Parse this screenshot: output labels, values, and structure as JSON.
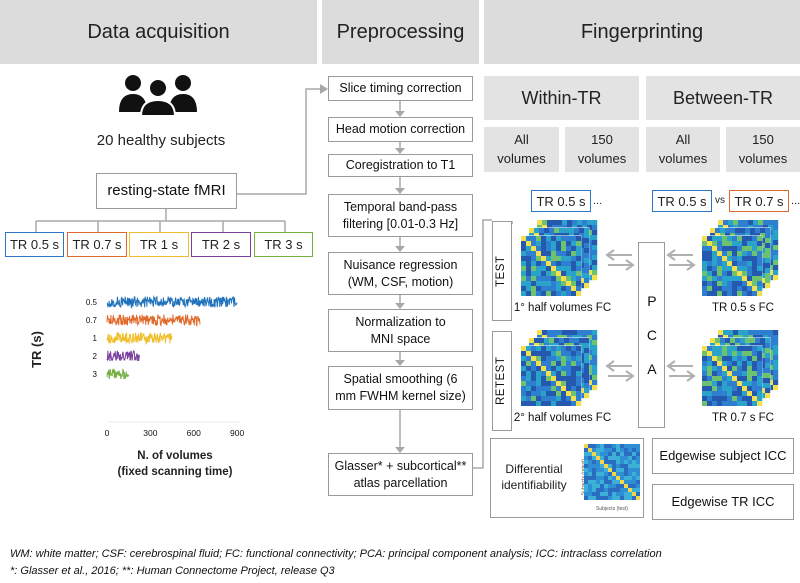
{
  "headers": {
    "acquisition": "Data acquisition",
    "preprocessing": "Preprocessing",
    "fingerprinting": "Fingerprinting"
  },
  "acquisition": {
    "subjects": "20 healthy subjects",
    "scan": "resting-state fMRI",
    "tr_options": [
      {
        "label": "TR 0.5 s",
        "color": "#2e75c6"
      },
      {
        "label": "TR 0.7 s",
        "color": "#e06a2c"
      },
      {
        "label": "TR 1 s",
        "color": "#f0be2b"
      },
      {
        "label": "TR 2 s",
        "color": "#7b3f9e"
      },
      {
        "label": "TR 3 s",
        "color": "#75b043"
      }
    ]
  },
  "plot": {
    "ylabel": "TR (s)",
    "xlabel_line1": "N. of volumes",
    "xlabel_line2": "(fixed scanning time)",
    "ytick_labels": [
      "0.5",
      "0.7",
      "1",
      "2",
      "3"
    ],
    "xtick_labels": [
      "0",
      "300",
      "600",
      "900"
    ]
  },
  "chart_data": {
    "type": "line",
    "ylabel": "TR (s)",
    "xlabel": "N. of volumes (fixed scanning time)",
    "xlim": [
      0,
      920
    ],
    "xticks": [
      0,
      300,
      600,
      900
    ],
    "yticks": [
      "0.5",
      "0.7",
      "1",
      "2",
      "3"
    ],
    "series": [
      {
        "name": "0.5",
        "n_volumes": 900,
        "color": "#1f72bb"
      },
      {
        "name": "0.7",
        "n_volumes": 643,
        "color": "#e06a2c"
      },
      {
        "name": "1",
        "n_volumes": 450,
        "color": "#f0be2b"
      },
      {
        "name": "2",
        "n_volumes": 225,
        "color": "#7b3f9e"
      },
      {
        "name": "3",
        "n_volumes": 150,
        "color": "#75b043"
      }
    ]
  },
  "preprocessing": {
    "steps": [
      "Slice timing correction",
      "Head motion correction",
      "Coregistration to T1",
      "Temporal band-pass filtering [0.01-0.3 Hz]",
      "Nuisance regression (WM, CSF, motion)",
      "Normalization to MNI space",
      "Spatial smoothing (6 mm FWHM kernel size)",
      "Glasser* + subcortical** atlas parcellation"
    ]
  },
  "fingerprinting": {
    "within": "Within-TR",
    "between": "Between-TR",
    "within_all": "All volumes",
    "within_150": "150 volumes",
    "between_all": "All volumes",
    "between_150": "150 volumes",
    "within_tr": "TR 0.5 s",
    "within_ellipsis": "...",
    "between_tr_a": "TR 0.5 s",
    "vs": "vs",
    "between_tr_b": "TR 0.7 s",
    "between_ellipsis": "...",
    "test": "TEST",
    "retest": "RETEST",
    "pca": "P C A",
    "fc_first_half": "1° half volumes FC",
    "fc_second_half": "2° half volumes FC",
    "fc_tr05": "TR 0.5 s FC",
    "fc_tr07": "TR 0.7 s FC",
    "diff_ident": "Differential identifiability",
    "axis_subjects_retest": "Subjects (retest)",
    "axis_subjects_test": "Subjects (test)",
    "icc_subject": "Edgewise subject ICC",
    "icc_tr": "Edgewise TR ICC"
  },
  "footnotes": {
    "line1": "WM: white matter; CSF: cerebrospinal fluid; FC: functional connectivity; PCA: principal component analysis; ICC: intraclass correlation",
    "line2": "*: Glasser et al., 2016; **: Human Connectome Project, release Q3"
  }
}
